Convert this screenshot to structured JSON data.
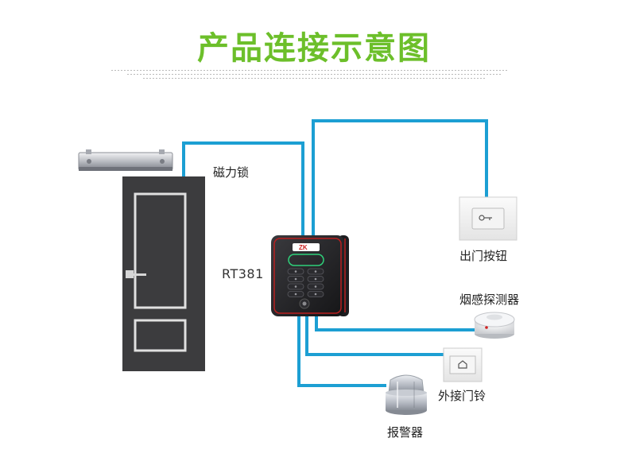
{
  "title": "产品连接示意图",
  "device": {
    "model": "RT381",
    "brand": "ZK"
  },
  "components": {
    "maglock": "磁力锁",
    "exit_button": "出门按钮",
    "smoke_detector": "烟感探测器",
    "doorbell": "外接门铃",
    "alarm": "报警器"
  },
  "colors": {
    "title": "#6cbf2a",
    "wire": "#1c9fd3",
    "door": "#3c3c3e",
    "door_inlay": "#e0e0e0",
    "reader_body": "#232326",
    "reader_accent": "#b82020",
    "key_led": "#2fd07a"
  }
}
